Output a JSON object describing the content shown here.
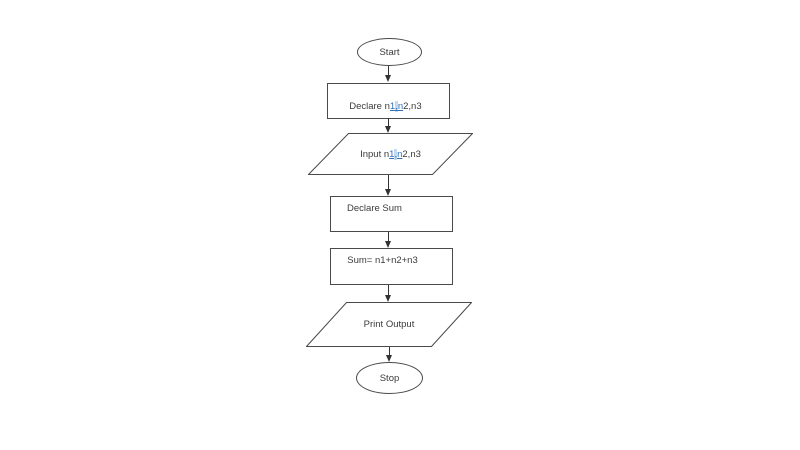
{
  "flowchart": {
    "colors": {
      "background": "#ffffff",
      "shape_stroke": "#4a4a4a",
      "arrow": "#333333",
      "text": "#3b3b3b",
      "link_text": "#2e6fb7",
      "link_highlight": "#c3d9ef"
    },
    "nodes": {
      "start": {
        "shape": "oval",
        "label": "Start"
      },
      "declare_vars": {
        "shape": "rectangle",
        "full_text": "Declare n1,n2,n3",
        "prefix": "Declare n",
        "underlined_1": "1",
        "highlighted_comma": ",",
        "underlined_2": "n",
        "suffix": "2,n3"
      },
      "input_vars": {
        "shape": "parallelogram",
        "full_text": "Input n1,n2,n3",
        "prefix": "Input n",
        "underlined_1": "1",
        "highlighted_comma": ",",
        "underlined_2": "n",
        "suffix": "2,n3"
      },
      "declare_sum": {
        "shape": "rectangle",
        "label": "Declare Sum"
      },
      "compute_sum": {
        "shape": "rectangle",
        "label": "Sum= n1+n2+n3"
      },
      "print_output": {
        "shape": "parallelogram",
        "label": "Print Output"
      },
      "stop": {
        "shape": "oval",
        "label": "Stop"
      }
    },
    "edges": [
      {
        "from": "start",
        "to": "declare_vars"
      },
      {
        "from": "declare_vars",
        "to": "input_vars"
      },
      {
        "from": "input_vars",
        "to": "declare_sum"
      },
      {
        "from": "declare_sum",
        "to": "compute_sum"
      },
      {
        "from": "compute_sum",
        "to": "print_output"
      },
      {
        "from": "print_output",
        "to": "stop"
      }
    ]
  }
}
